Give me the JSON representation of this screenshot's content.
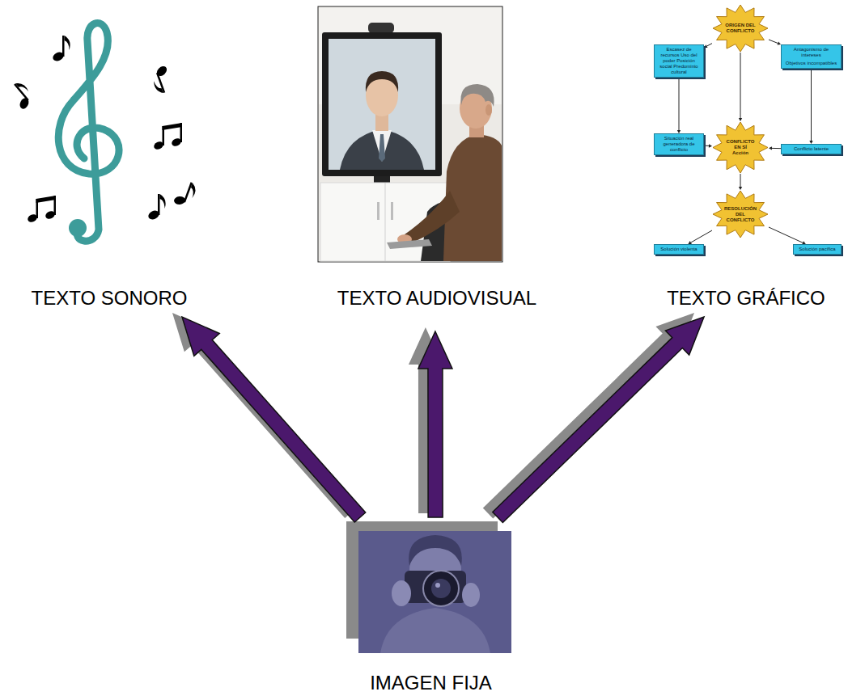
{
  "diagram": {
    "nodes": [
      {
        "text": [
          "TEXTO SONORO"
        ]
      },
      {
        "text": [
          "TEXTO AUDIOVISUAL"
        ]
      },
      {
        "text": [
          "TEXTO GRÁFICO"
        ]
      },
      {
        "text": [
          "ORIGEN DEL CONFLICTO"
        ],
        "in": 2
      },
      {
        "text": [
          "Escasez de recursos Uso del poder Posición social Predominio cultural"
        ],
        "in": 2
      },
      {
        "text": [
          "Antagonismo de intereses",
          "Objetivos incompatibles"
        ],
        "in": 2
      },
      {
        "text": [
          "Situación real generadora de conflicto"
        ],
        "in": 2
      },
      {
        "text": [
          "CONFLICTO EN SÍ",
          "Acción"
        ],
        "in": 2
      },
      {
        "text": [
          "Conflicto latente"
        ],
        "in": 2
      },
      {
        "text": [
          "RESOLUCIÓN DEL CONFLICTO"
        ],
        "in": 2
      },
      {
        "text": [
          "Solución violenta"
        ],
        "in": 2
      },
      {
        "text": [
          "Solución pacífica"
        ],
        "in": 2
      },
      {
        "text": [
          "IMAGEN FIJA"
        ]
      }
    ],
    "edges": [
      {
        "from": 12,
        "to": 0,
        "arrow": "to"
      },
      {
        "from": 12,
        "to": 1,
        "arrow": "to"
      },
      {
        "from": 12,
        "to": 2,
        "arrow": "to"
      },
      {
        "from": 3,
        "to": 4,
        "arrow": "to"
      },
      {
        "from": 3,
        "to": 5,
        "arrow": "to"
      },
      {
        "from": 3,
        "to": 7,
        "arrow": "to"
      },
      {
        "from": 4,
        "to": 6,
        "arrow": "to"
      },
      {
        "from": 5,
        "to": 8,
        "arrow": "to"
      },
      {
        "from": 6,
        "to": 7,
        "arrow": "to"
      },
      {
        "from": 8,
        "to": 7,
        "arrow": "to"
      },
      {
        "from": 7,
        "to": 9,
        "arrow": "to"
      },
      {
        "from": 9,
        "to": 10,
        "arrow": "to"
      },
      {
        "from": 9,
        "to": 11,
        "arrow": "to"
      }
    ]
  }
}
